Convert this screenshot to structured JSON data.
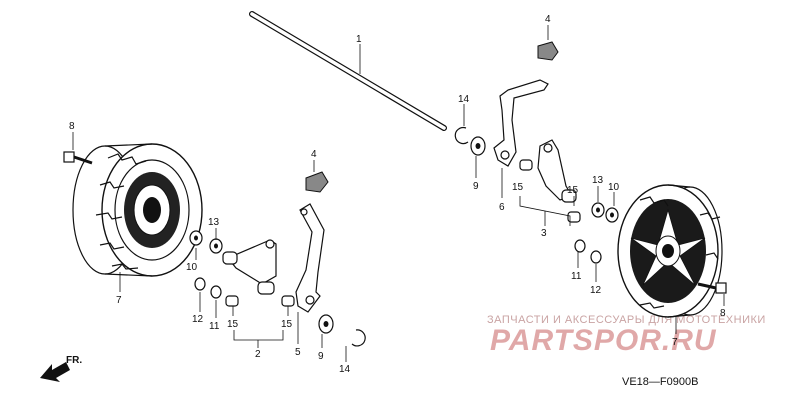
{
  "diagram": {
    "code": "VE18—F0900B",
    "direction_label": "FR.",
    "watermark_line1": "ЗАПЧАСТИ И АКСЕССУАРЫ ДЛЯ МОТОТЕХНИКИ",
    "watermark_line2": "PARTSPOR.RU",
    "callouts": {
      "n1": "1",
      "n2": "2",
      "n3": "3",
      "n4a": "4",
      "n4b": "4",
      "n5": "5",
      "n6": "6",
      "n7a": "7",
      "n7b": "7",
      "n8a": "8",
      "n8b": "8",
      "n9a": "9",
      "n9b": "9",
      "n10a": "10",
      "n10b": "10",
      "n11a": "11",
      "n11b": "11",
      "n12a": "12",
      "n12b": "12",
      "n13a": "13",
      "n13b": "13",
      "n14a": "14",
      "n14b": "14",
      "n15a": "15",
      "n15b": "15",
      "n15c": "15",
      "n15d": "15"
    }
  }
}
